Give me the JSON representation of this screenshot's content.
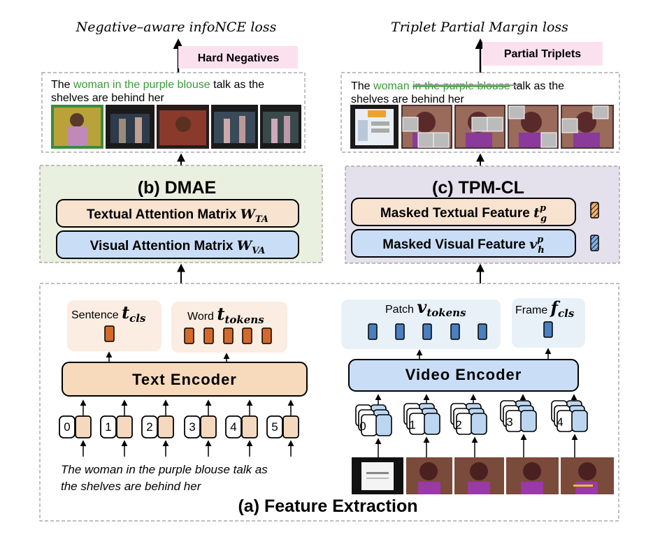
{
  "top_left": {
    "loss_title": "Negative–aware infoNCE loss",
    "tag": "Hard Negatives",
    "caption_before": "The ",
    "caption_highlight": "woman in the purple blouse",
    "caption_after": " talk as the",
    "caption_line2": "shelves are behind her",
    "highlight_color": "#3a9a3a"
  },
  "top_right": {
    "loss_title": "Triplet Partial Margin loss",
    "tag": "Partial Triplets",
    "caption_before": "The ",
    "caption_highlight": "woman",
    "caption_struck": "in the purple blouse",
    "caption_after": " talk as the",
    "caption_line2": "shelves are behind her",
    "highlight_color": "#3a9a3a"
  },
  "dmae": {
    "title": "(b) DMAE",
    "textual_label": "Textual Attention Matrix ",
    "textual_sym": "W",
    "textual_sub": "TA",
    "visual_label": "Visual Attention Matrix ",
    "visual_sym": "W",
    "visual_sub": "VA"
  },
  "tpmcl": {
    "title": "(c) TPM-CL",
    "textual_label": "Masked Textual Feature ",
    "textual_sym": "t",
    "textual_sub": "g",
    "textual_sup": "p",
    "visual_label": "Masked Visual Feature ",
    "visual_sym": "v",
    "visual_sub": "h",
    "visual_sup": "p"
  },
  "feature": {
    "title": "(a) Feature Extraction",
    "sentence_label": "Sentence ",
    "sentence_sym": "t",
    "sentence_sub": "cls",
    "word_label": "Word ",
    "word_sym": "t",
    "word_sub": "tokens",
    "patch_label": "Patch ",
    "patch_sym": "v",
    "patch_sub": "tokens",
    "frame_label": "Frame ",
    "frame_sym": "f",
    "frame_sub": "cls",
    "text_encoder": "Text Encoder",
    "video_encoder": "Video Encoder",
    "text_token_indices": [
      "0",
      "1",
      "2",
      "3",
      "4",
      "5"
    ],
    "video_frame_indices": [
      "0",
      "1",
      "2",
      "3",
      "4"
    ],
    "input_text_line1": "The woman in the purple blouse talk as",
    "input_text_line2": "the shelves are behind her"
  },
  "colors": {
    "text_token_fill": "#f5d9bf",
    "text_feature_fill": "#d46a2a",
    "video_token_fill": "#bcd6f2",
    "video_feature_fill": "#4a7fc0",
    "dmae_bg": "#eaf0df",
    "tpmcl_bg": "#e4e0ec",
    "tag_bg": "#fbe1ee",
    "encoder_text_fill": "#f7d9bc",
    "encoder_video_fill": "#c9def6"
  }
}
